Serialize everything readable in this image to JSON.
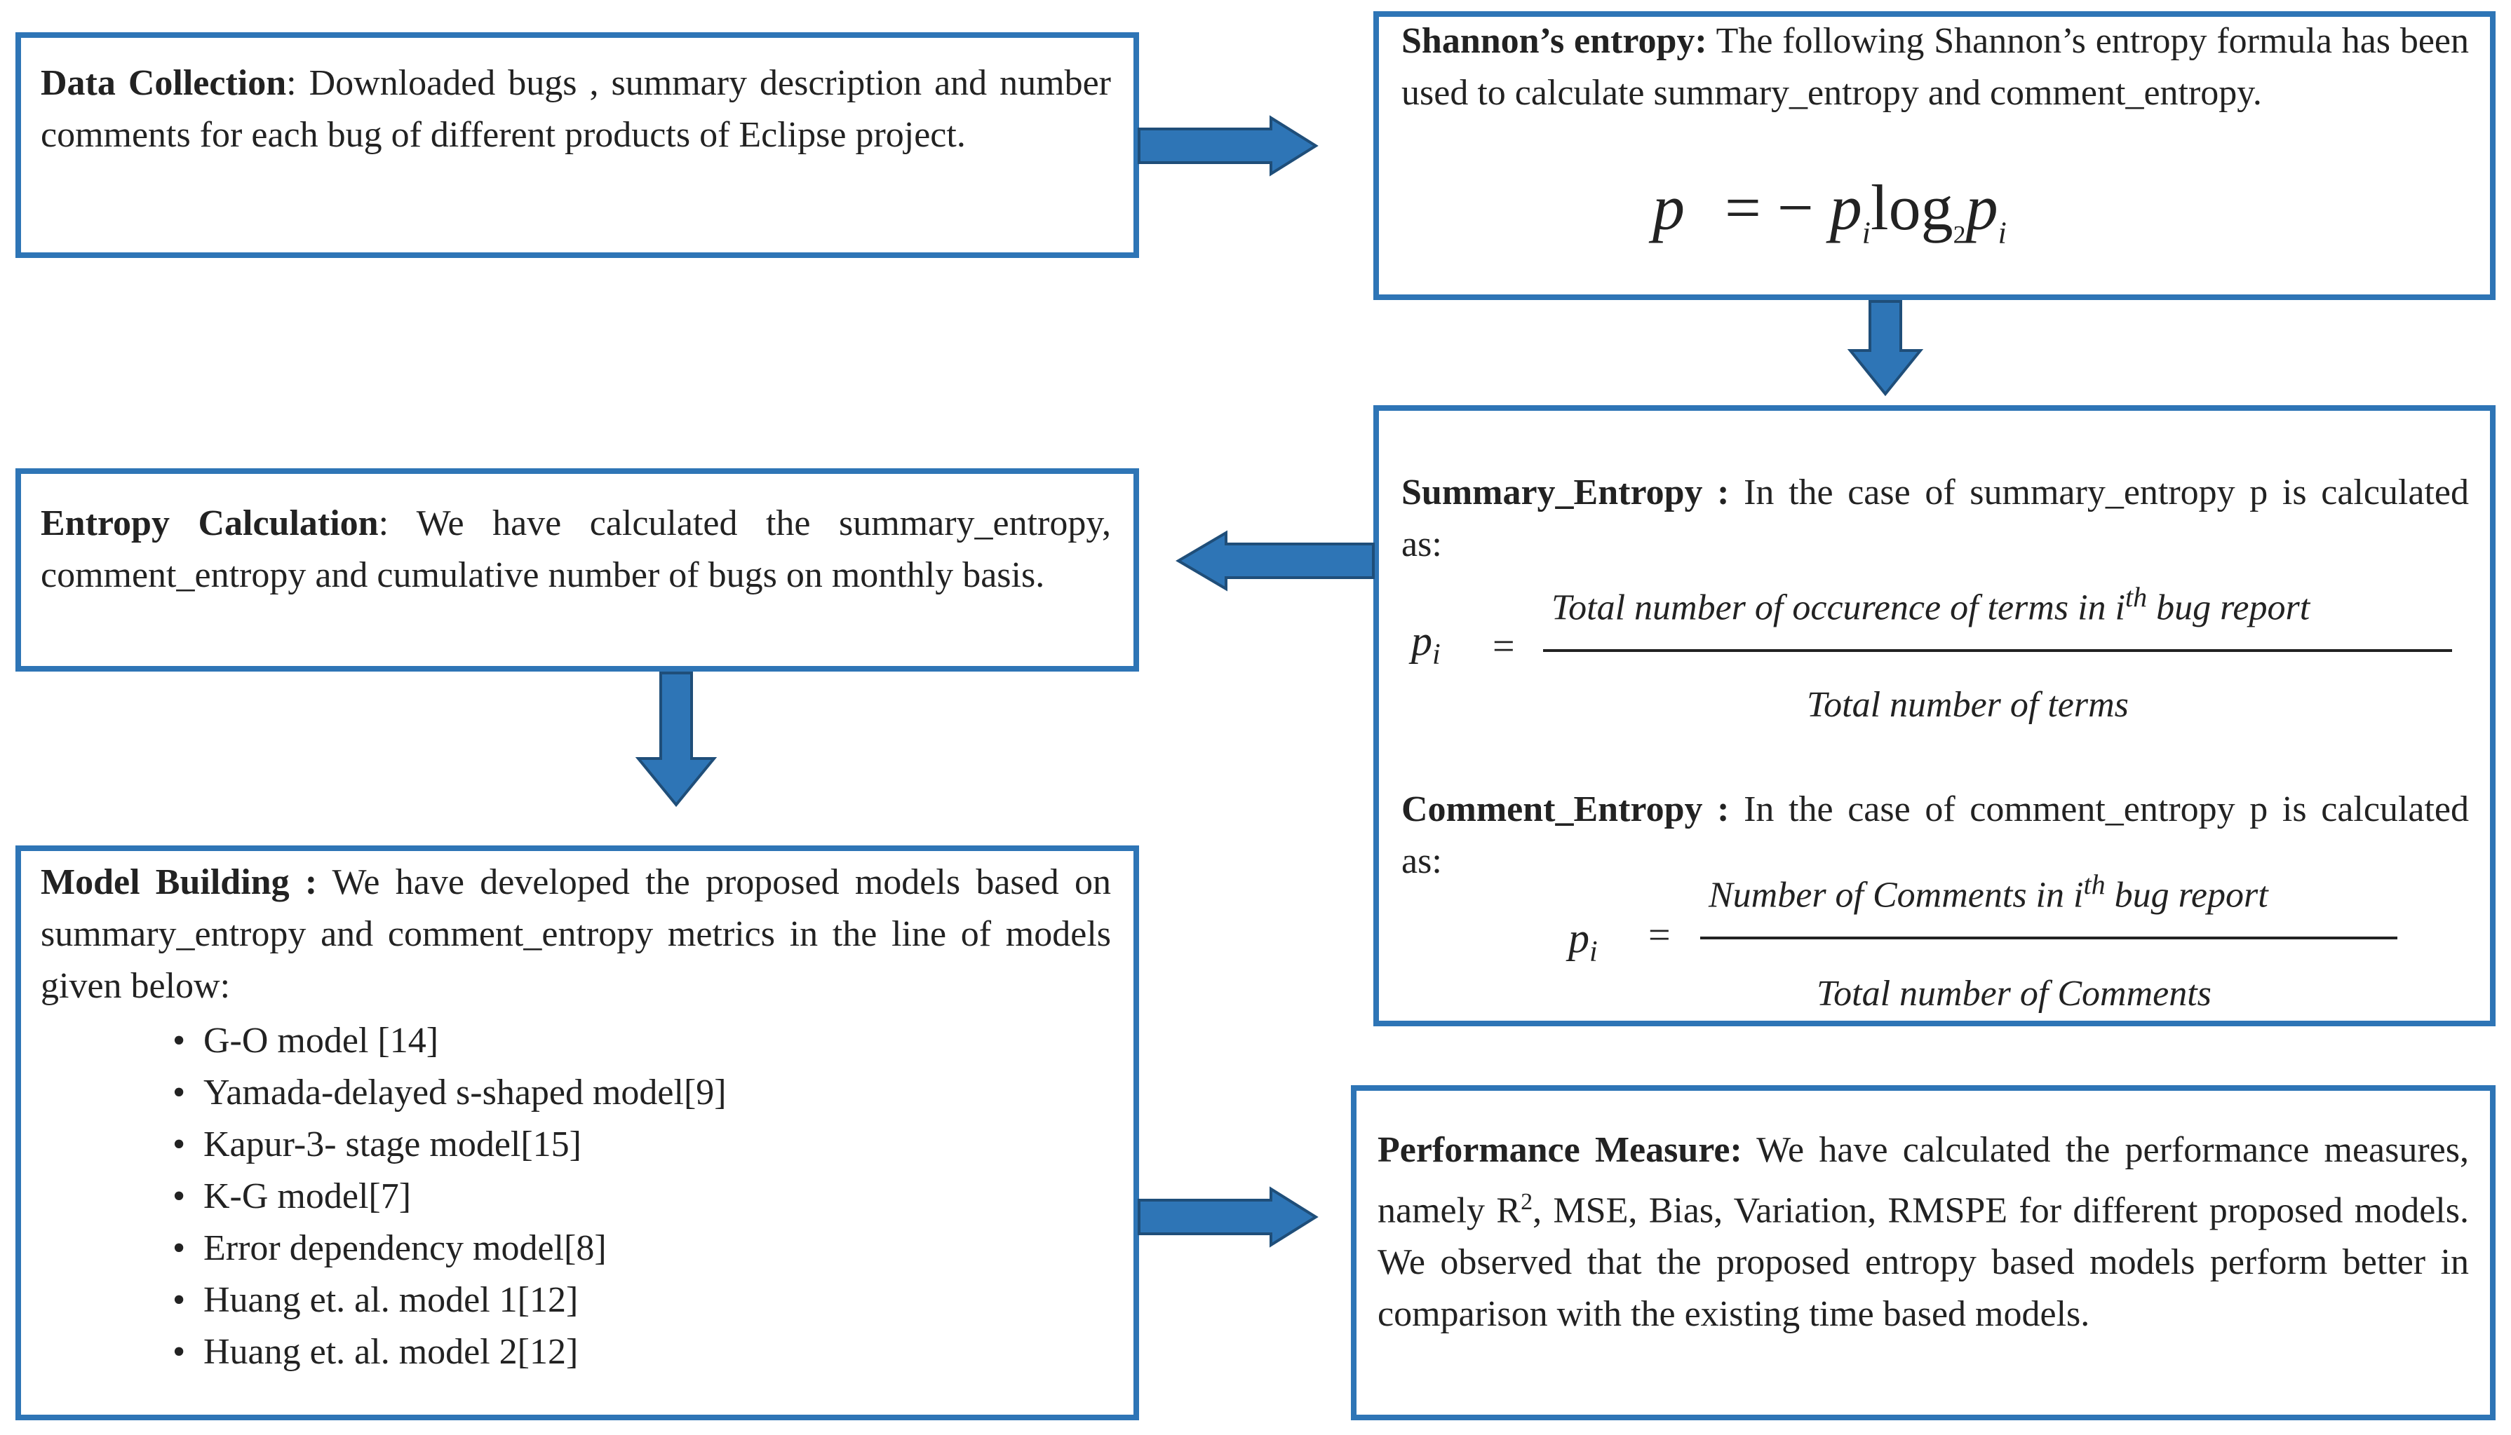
{
  "colors": {
    "box_border": "#2e75b6",
    "arrow_fill": "#2e75b6",
    "arrow_stroke": "#1f4e79",
    "text": "#222222"
  },
  "data_collection": {
    "heading": "Data Collection",
    "body": ": Downloaded bugs , summary description and number comments for each bug of different products of Eclipse project."
  },
  "shannon": {
    "heading": "Shannon’s entropy:",
    "body": " The following Shannon’s entropy formula has been used to calculate summary_entropy and comment_entropy.",
    "formula": {
      "lhs": "p",
      "eq": "= −",
      "p1": "p",
      "sub1": "i",
      "log": "log",
      "base": "2",
      "p2": "p",
      "sub2": "i"
    }
  },
  "entropy_calc": {
    "heading": "Entropy Calculation",
    "body": ": We have calculated the summary_entropy, comment_entropy and cumulative number of bugs on monthly basis."
  },
  "summary_comment": {
    "summary_heading": "Summary_Entropy :",
    "summary_body": " In the case of summary_entropy p is calculated as:",
    "summary_formula": {
      "lhs": "p",
      "sub": "i",
      "eq": "=",
      "numerator_a": "Total number of occurence of terms in i",
      "numerator_sup": "th",
      "numerator_b": " bug report",
      "denominator": "Total number of terms"
    },
    "comment_heading": "Comment_Entropy :",
    "comment_body": " In the case of comment_entropy p is calculated as:",
    "comment_formula": {
      "lhs": "p",
      "sub": "i",
      "eq": "=",
      "numerator_a": "Number of Comments in i",
      "numerator_sup": "th",
      "numerator_b": " bug report",
      "denominator": "Total number of Comments"
    }
  },
  "model_building": {
    "heading": "Model Building :",
    "body": " We have developed the proposed models based on summary_entropy and comment_entropy metrics in the line of models given below:",
    "bullet": "•",
    "models": [
      "G-O model [14]",
      "Yamada-delayed s-shaped model[9]",
      "Kapur-3- stage model[15]",
      "K-G model[7]",
      "Error dependency model[8]",
      "Huang et. al. model 1[12]",
      "Huang et. al. model 2[12]"
    ]
  },
  "performance": {
    "heading": "Performance Measure:",
    "body_a": " We have calculated the performance measures, namely R",
    "body_sup": "2",
    "body_b": ", MSE, Bias, Variation, RMSPE for different proposed models. We observed that the proposed entropy based models perform better in comparison with the existing time based models."
  }
}
